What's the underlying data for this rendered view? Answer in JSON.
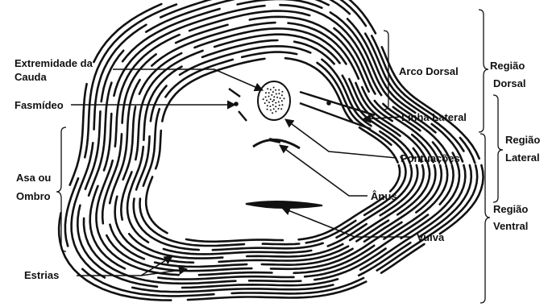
{
  "labels": {
    "extremidade_line1": "Extremidade da",
    "extremidade_line2": "Cauda",
    "fasmideo": "Fasmídeo",
    "asa_line1": "Asa ou",
    "asa_line2": "Ombro",
    "estrias": "Estrias",
    "arco_dorsal": "Arco Dorsal",
    "linha_lateral": "Linha Lateral",
    "pontuacoes": "Pontuações",
    "anus": "Ânus",
    "vulva": "Vulva",
    "regiao_dorsal_line1": "Região",
    "regiao_dorsal_line2": "Dorsal",
    "regiao_lateral_line1": "Região",
    "regiao_lateral_line2": "Lateral",
    "regiao_ventral_line1": "Região",
    "regiao_ventral_line2": "Ventral"
  },
  "colors": {
    "ink": "#111111",
    "background": "#ffffff"
  }
}
